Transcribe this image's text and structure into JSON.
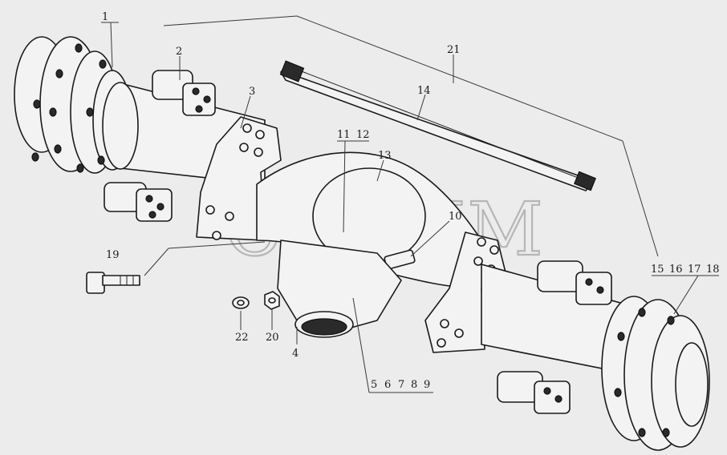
{
  "diagram": {
    "watermark": "СЕЛИМ",
    "callouts": [
      {
        "id": "c1",
        "text": "1"
      },
      {
        "id": "c2",
        "text": "2"
      },
      {
        "id": "c3",
        "text": "3"
      },
      {
        "id": "c4",
        "text": "4"
      },
      {
        "id": "c5",
        "text": "5"
      },
      {
        "id": "c6",
        "text": "6"
      },
      {
        "id": "c7",
        "text": "7"
      },
      {
        "id": "c8",
        "text": "8"
      },
      {
        "id": "c9",
        "text": "9"
      },
      {
        "id": "c10",
        "text": "10"
      },
      {
        "id": "c11",
        "text": "11"
      },
      {
        "id": "c12",
        "text": "12"
      },
      {
        "id": "c13",
        "text": "13"
      },
      {
        "id": "c14",
        "text": "14"
      },
      {
        "id": "c15",
        "text": "15"
      },
      {
        "id": "c16",
        "text": "16"
      },
      {
        "id": "c17",
        "text": "17"
      },
      {
        "id": "c18",
        "text": "18"
      },
      {
        "id": "c19",
        "text": "19"
      },
      {
        "id": "c20",
        "text": "20"
      },
      {
        "id": "c21",
        "text": "21"
      },
      {
        "id": "c22",
        "text": "22"
      }
    ]
  }
}
